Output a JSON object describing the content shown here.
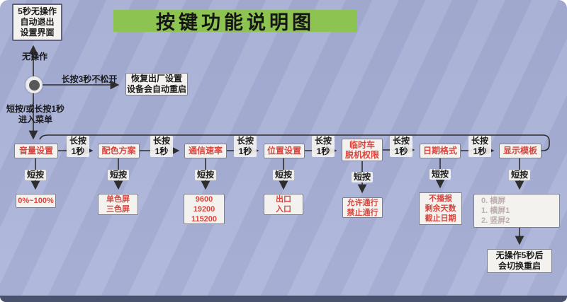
{
  "title": "按键功能说明图",
  "colors": {
    "background": "#a8b0d6",
    "title_green": "#8cc351",
    "menu_red": "#d8453e",
    "template_gray": "#bbaeae",
    "bottom_bar": "#49536d",
    "box_fill": "#f3f2ee"
  },
  "idle_exit_box": {
    "lines": [
      "5秒无操作",
      "自动退出",
      "设置界面"
    ]
  },
  "power_button": {
    "no_op_label": "无操作",
    "enter_line1": "短按/或长按1秒",
    "enter_line2": "进入菜单"
  },
  "factory_reset": {
    "edge_label": "长按3秒不松开",
    "lines": [
      "恢复出厂设置",
      "设备会自动重启"
    ]
  },
  "edge_labels": {
    "long_press": "长按",
    "one_sec": "1秒",
    "short_press": "短按"
  },
  "menu": [
    {
      "label1": "音量设置",
      "results": [
        "0%~100%"
      ]
    },
    {
      "label1": "配色方案",
      "results": [
        "单色屏",
        "三色屏"
      ]
    },
    {
      "label1": "通信速率",
      "results": [
        "9600",
        "19200",
        "115200"
      ]
    },
    {
      "label1": "位置设置",
      "results": [
        "出口",
        "入口"
      ]
    },
    {
      "label1": "临时车",
      "label2": "脱机权限",
      "results": [
        "允许通行",
        "禁止通行"
      ]
    },
    {
      "label1": "日期格式",
      "results": [
        "不播报",
        "剩余天数",
        "截止日期"
      ]
    },
    {
      "label1": "显示模板",
      "results": [
        "0. 横屏",
        "1. 横屏1",
        "2. 竖屏2"
      ]
    }
  ],
  "restart_box": {
    "lines": [
      "无操作5秒后",
      "会切换重启"
    ]
  }
}
